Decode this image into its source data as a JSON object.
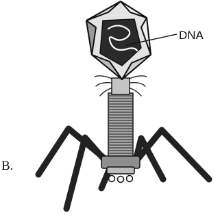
{
  "figure": {
    "option_letter": "B.",
    "labels": {
      "dna": "DNA"
    },
    "parts": [
      "capsid-head",
      "dna-strand",
      "collar-whiskers",
      "tail-sheath",
      "base-plate",
      "tail-fibers"
    ],
    "colors": {
      "outline": "#111111",
      "face_light": "#e4e4e4",
      "face_mid": "#b9b9b9",
      "face_dark": "#7d7d7d",
      "dna_window": "#2a2a2a",
      "sheath": "#a6a6a6",
      "fibers": "#222222"
    }
  }
}
